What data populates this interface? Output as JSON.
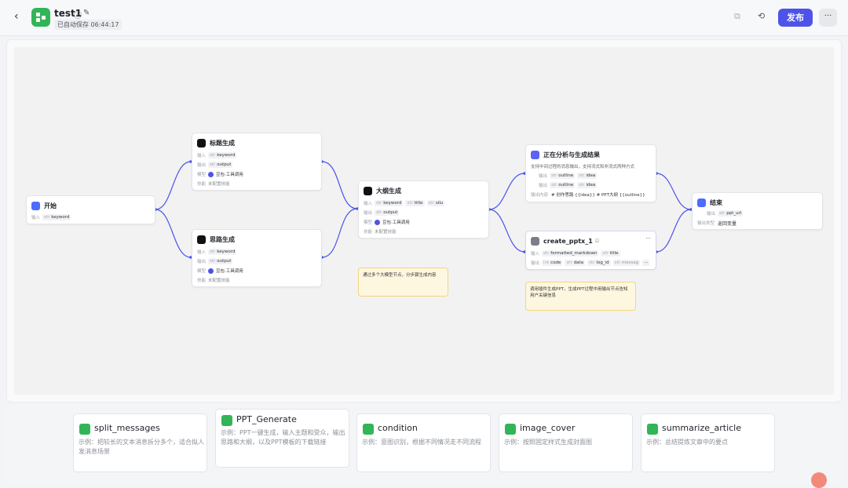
{
  "header": {
    "back_icon": "‹",
    "title": "test1",
    "info_icon": "ⓘ",
    "edit_icon": "✎",
    "autosave": "已自动保存 06:44:17",
    "copy_icon": "⧉",
    "history_icon": "⟲",
    "publish_label": "发布",
    "more_icon": "···"
  },
  "colors": {
    "accent": "#4d53e8",
    "wire": "#4d53e8",
    "app_green": "#32b557"
  },
  "nodes": {
    "start": {
      "title": "开始",
      "input_label": "输入",
      "input_tag_type": "str",
      "input_tag": "keyword"
    },
    "title_gen": {
      "title": "标题生成",
      "input_label": "输入",
      "input_type": "str",
      "input": "keyword",
      "output_label": "输出",
      "output_type": "str",
      "output": "output",
      "model_label": "模型",
      "model": "豆包·工具调用",
      "skill_label": "技能",
      "skill": "未配置技能"
    },
    "idea_gen": {
      "title": "思路生成",
      "input_label": "输入",
      "input_type": "str",
      "input": "keyword",
      "output_label": "输出",
      "output_type": "str",
      "output": "output",
      "model_label": "模型",
      "model": "豆包·工具调用",
      "skill_label": "技能",
      "skill": "未配置技能"
    },
    "outline_gen": {
      "title": "大纲生成",
      "input_label": "输入",
      "inputs": [
        {
          "type": "str",
          "name": "keyword"
        },
        {
          "type": "str",
          "name": "title"
        },
        {
          "type": "str",
          "name": "silu"
        }
      ],
      "output_label": "输出",
      "output_type": "str",
      "output": "output",
      "model_label": "模型",
      "model": "豆包·工具调用",
      "skill_label": "技能",
      "skill": "未配置技能"
    },
    "analyzing": {
      "title": "正在分析与生成结果",
      "desc": "支持中间过程的消息输出，支持流式和非流式两种方式",
      "row1_label": "输出",
      "row1": [
        {
          "type": "str",
          "name": "outline"
        },
        {
          "type": "str",
          "name": "idea"
        }
      ],
      "row2_label": "输出",
      "row2": [
        {
          "type": "str",
          "name": "outline"
        },
        {
          "type": "str",
          "name": "idea"
        }
      ],
      "content_label": "输出内容",
      "content": "# 创作思路 {{idea}} # PPT大纲 {{outline}}"
    },
    "create_pptx": {
      "title": "create_pptx_1",
      "title_icon": "☑",
      "more_icon": "···",
      "input_label": "输入",
      "inputs": [
        {
          "type": "str",
          "name": "formatted_markdown"
        },
        {
          "type": "str",
          "name": "title"
        }
      ],
      "output_label": "输出",
      "outputs": [
        {
          "type": "int",
          "name": "code"
        },
        {
          "type": "str",
          "name": "data"
        },
        {
          "type": "str",
          "name": "log_id"
        },
        {
          "type": "str",
          "name": "messag"
        }
      ],
      "outputs_more": "···"
    },
    "end": {
      "title": "结束",
      "output_label": "输出",
      "output_type": "str",
      "output": "ppt_url",
      "mode_label": "输出类型",
      "mode": "返回变量"
    }
  },
  "notes": {
    "note1": "通过多个大模型节点，分步骤生成内容",
    "note2": "调用插件生成PPT，生成PPT过程中用输出节点告知用户关键信息"
  },
  "templates": [
    {
      "title": "split_messages",
      "desc": "示例：把较长的文本消息拆分多个，适合拟人发消息场景"
    },
    {
      "title": "PPT_Generate",
      "desc": "示例：PPT一键生成，输入主题和受众，输出思路和大纲，以及PPT模板的下载链接"
    },
    {
      "title": "condition",
      "desc": "示例：意图识别，根据不同情况走不同流程"
    },
    {
      "title": "image_cover",
      "desc": "示例：按照固定样式生成封面图"
    },
    {
      "title": "summarize_article",
      "desc": "示例：总结提炼文章中的要点"
    }
  ]
}
